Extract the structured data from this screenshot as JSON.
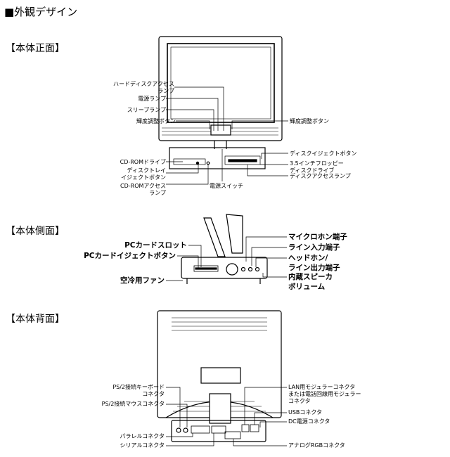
{
  "page_title": "■外観デザイン",
  "sections": {
    "front": {
      "heading": "【本体正面】",
      "labels": {
        "hdd_access_lamp_1": "ハードディスクアクセス",
        "hdd_access_lamp_2": "ランプ",
        "power_lamp": "電源ランプ",
        "sleep_lamp": "スリープランプ",
        "brightness_left": "輝度調整ボタン",
        "brightness_right": "輝度調整ボタン",
        "disk_eject": "ディスクイジェクトボタン",
        "cdrom_drive": "CD-ROMドライブ",
        "floppy_drive_1": "3.5インチフロッピー",
        "floppy_drive_2": "ディスクドライブ",
        "disk_tray_eject_1": "ディスクトレイ",
        "disk_tray_eject_2": "イジェクトボタン",
        "cdrom_access_lamp_1": "CD-ROMアクセス",
        "cdrom_access_lamp_2": "ランプ",
        "disk_access_lamp": "ディスクアクセスランプ",
        "power_switch": "電源スイッチ"
      }
    },
    "side": {
      "heading": "【本体側面】",
      "labels": {
        "pc_card_slot": "PCカードスロット",
        "pc_card_eject": "PCカードイジェクトボタン",
        "cooling_fan": "空冷用ファン",
        "mic_jack": "マイクロホン端子",
        "line_in": "ライン入力端子",
        "headphone": "ヘッドホン/",
        "line_out": "ライン出力端子",
        "speaker_volume_1": "内蔵スピーカ",
        "speaker_volume_2": "ボリューム"
      }
    },
    "back": {
      "heading": "【本体背面】",
      "labels": {
        "ps2_keyboard_1": "PS/2接続キーボード",
        "ps2_keyboard_2": "コネクタ",
        "ps2_mouse": "PS/2接続マウスコネクタ",
        "parallel": "パラレルコネクタ",
        "serial": "シリアルコネクタ",
        "lan_1": "LAN用モジュラーコネクタ",
        "lan_2": "または電話回線用モジュラー",
        "lan_3": "コネクタ",
        "usb": "USBコネクタ",
        "dc_power": "DC電源コネクタ",
        "analog_rgb": "アナログRGBコネクタ"
      }
    }
  }
}
